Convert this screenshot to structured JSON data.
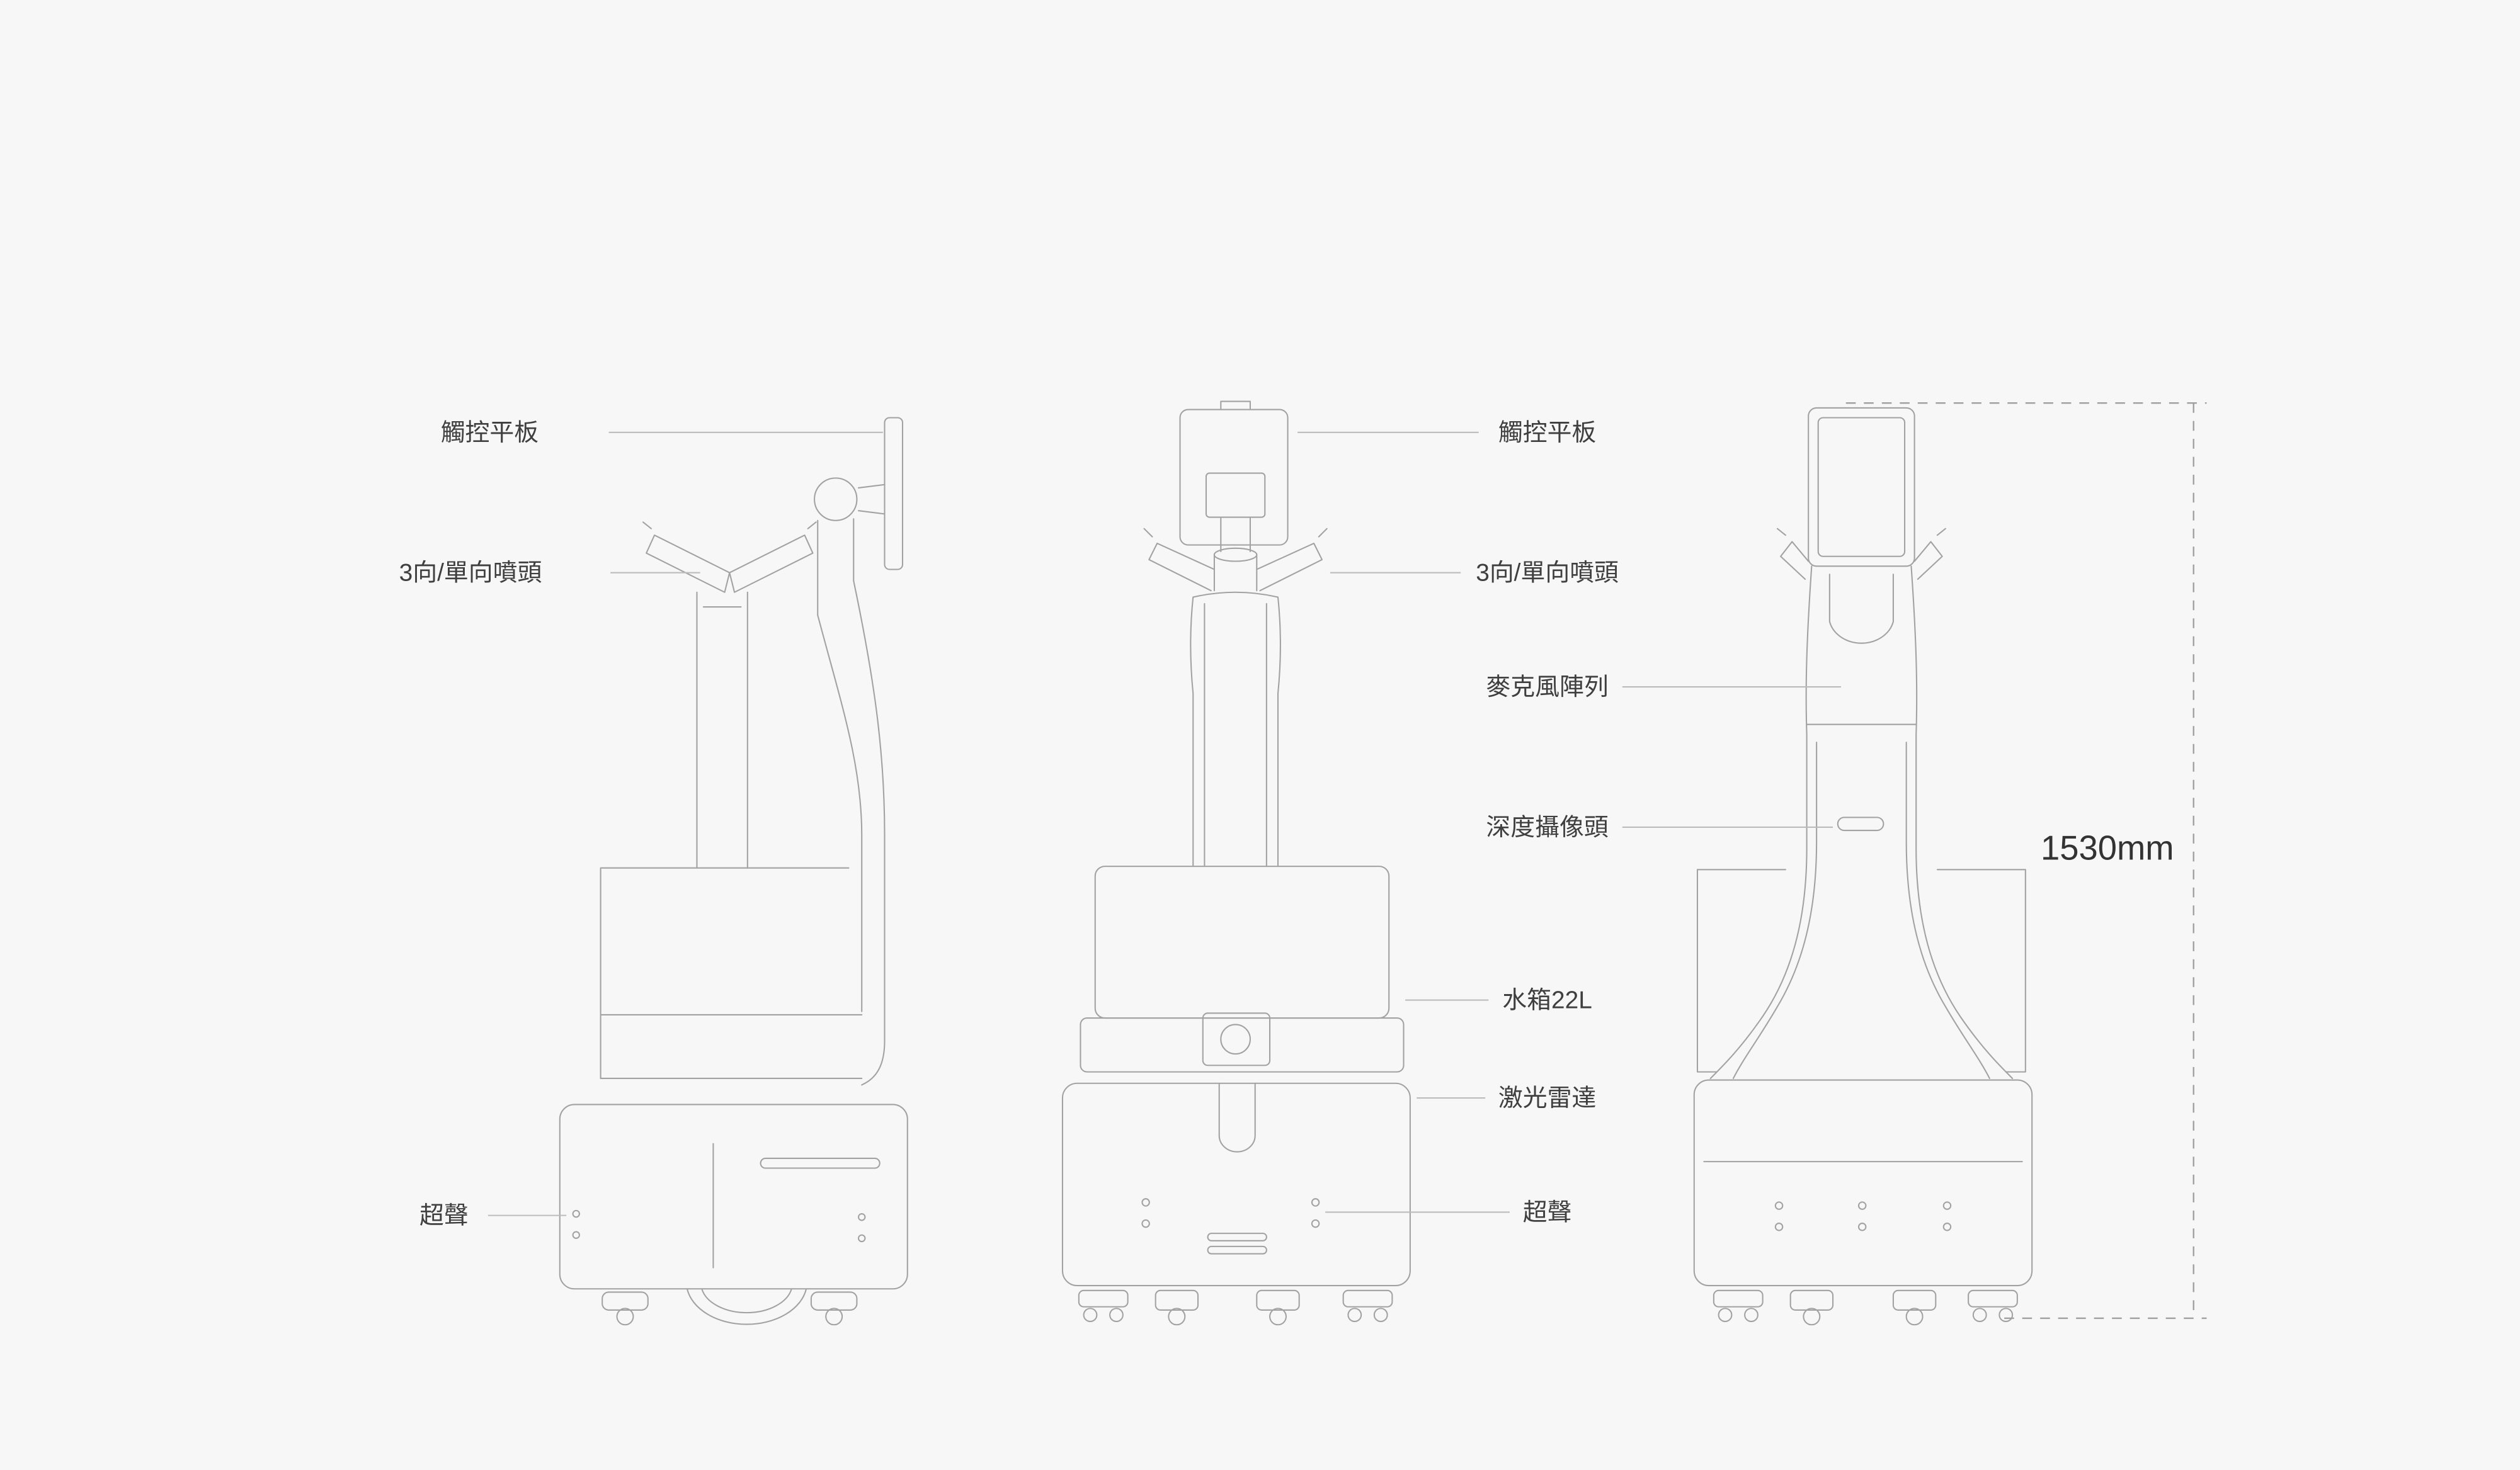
{
  "page": {
    "background_color": "#f7f7f7",
    "line_color": "#a2a2a2",
    "text_color": "#3f3f3f"
  },
  "diagram": {
    "views": [
      {
        "id": "side-view"
      },
      {
        "id": "front-view"
      },
      {
        "id": "back-view"
      }
    ],
    "labels_left": [
      {
        "text": "觸控平板"
      },
      {
        "text": "3向/單向噴頭"
      },
      {
        "text": "超聲"
      }
    ],
    "labels_middle": [
      {
        "text": "觸控平板"
      },
      {
        "text": "3向/單向噴頭"
      },
      {
        "text": "麥克風陣列"
      },
      {
        "text": "深度攝像頭"
      },
      {
        "text": "水箱22L"
      },
      {
        "text": "激光雷達"
      },
      {
        "text": "超聲"
      }
    ],
    "dimension": {
      "height": "1530mm"
    }
  }
}
